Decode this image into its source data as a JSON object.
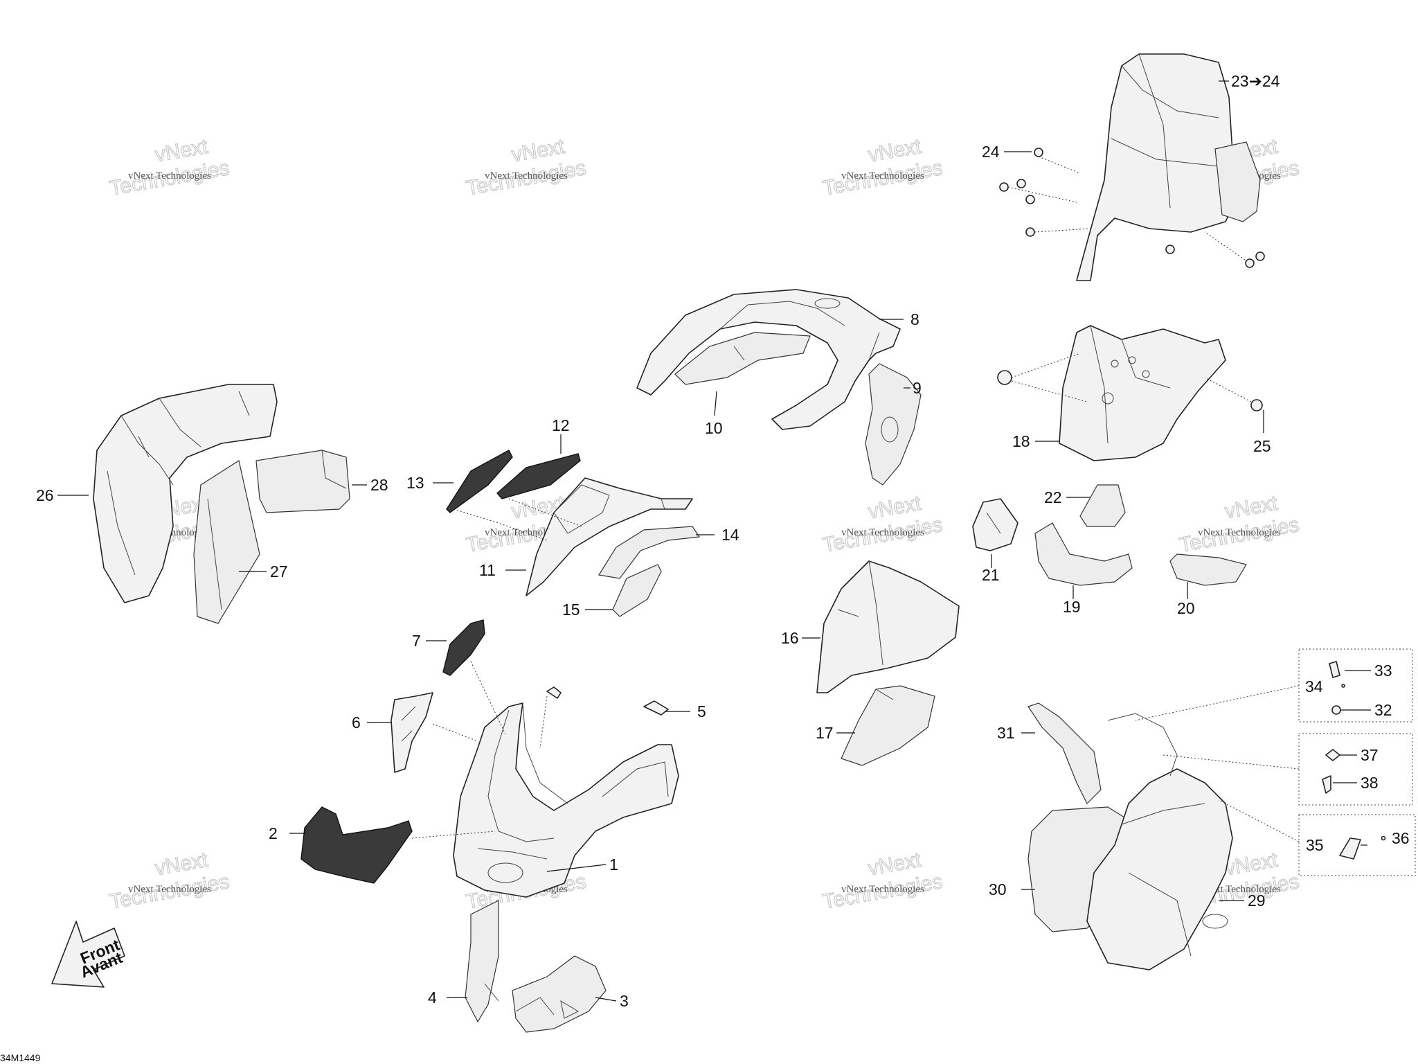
{
  "watermark": {
    "line1": "vNext Technologies",
    "line2": "Technologies",
    "tag": "vNext"
  },
  "drawing_code": "34M1449",
  "arrow": {
    "line1": "Front",
    "line2": "Avant"
  },
  "callouts": {
    "c1": "1",
    "c2": "2",
    "c3": "3",
    "c4": "4",
    "c5": "5",
    "c6": "6",
    "c7": "7",
    "c8": "8",
    "c9": "9",
    "c10": "10",
    "c11": "11",
    "c12": "12",
    "c13": "13",
    "c14": "14",
    "c15": "15",
    "c16": "16",
    "c17": "17",
    "c18": "18",
    "c19": "19",
    "c20": "20",
    "c21": "21",
    "c22": "22",
    "c23": "23➔24",
    "c24": "24",
    "c25": "25",
    "c26": "26",
    "c27": "27",
    "c28": "28",
    "c29": "29",
    "c30": "30",
    "c31": "31",
    "c32": "32",
    "c33": "33",
    "c34": "34",
    "c35": "35",
    "c36": "36",
    "c37": "37",
    "c38": "38"
  }
}
